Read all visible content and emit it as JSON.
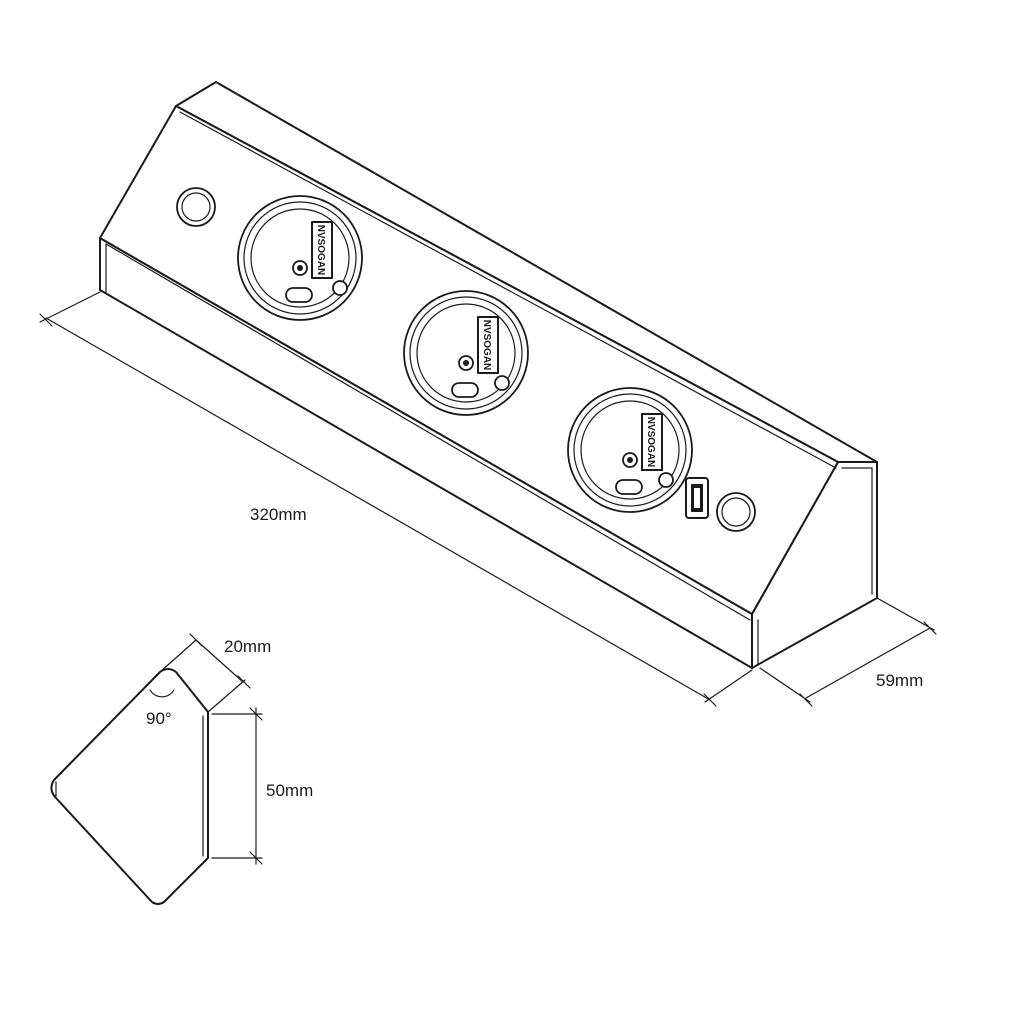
{
  "dimensions": {
    "length": "320mm",
    "depth": "59mm",
    "face_width": "20mm",
    "height": "50mm",
    "angle": "90°"
  },
  "socket_brand": "NVSOGAN",
  "sockets": 3,
  "usb_ports": 1,
  "buttons": 2
}
